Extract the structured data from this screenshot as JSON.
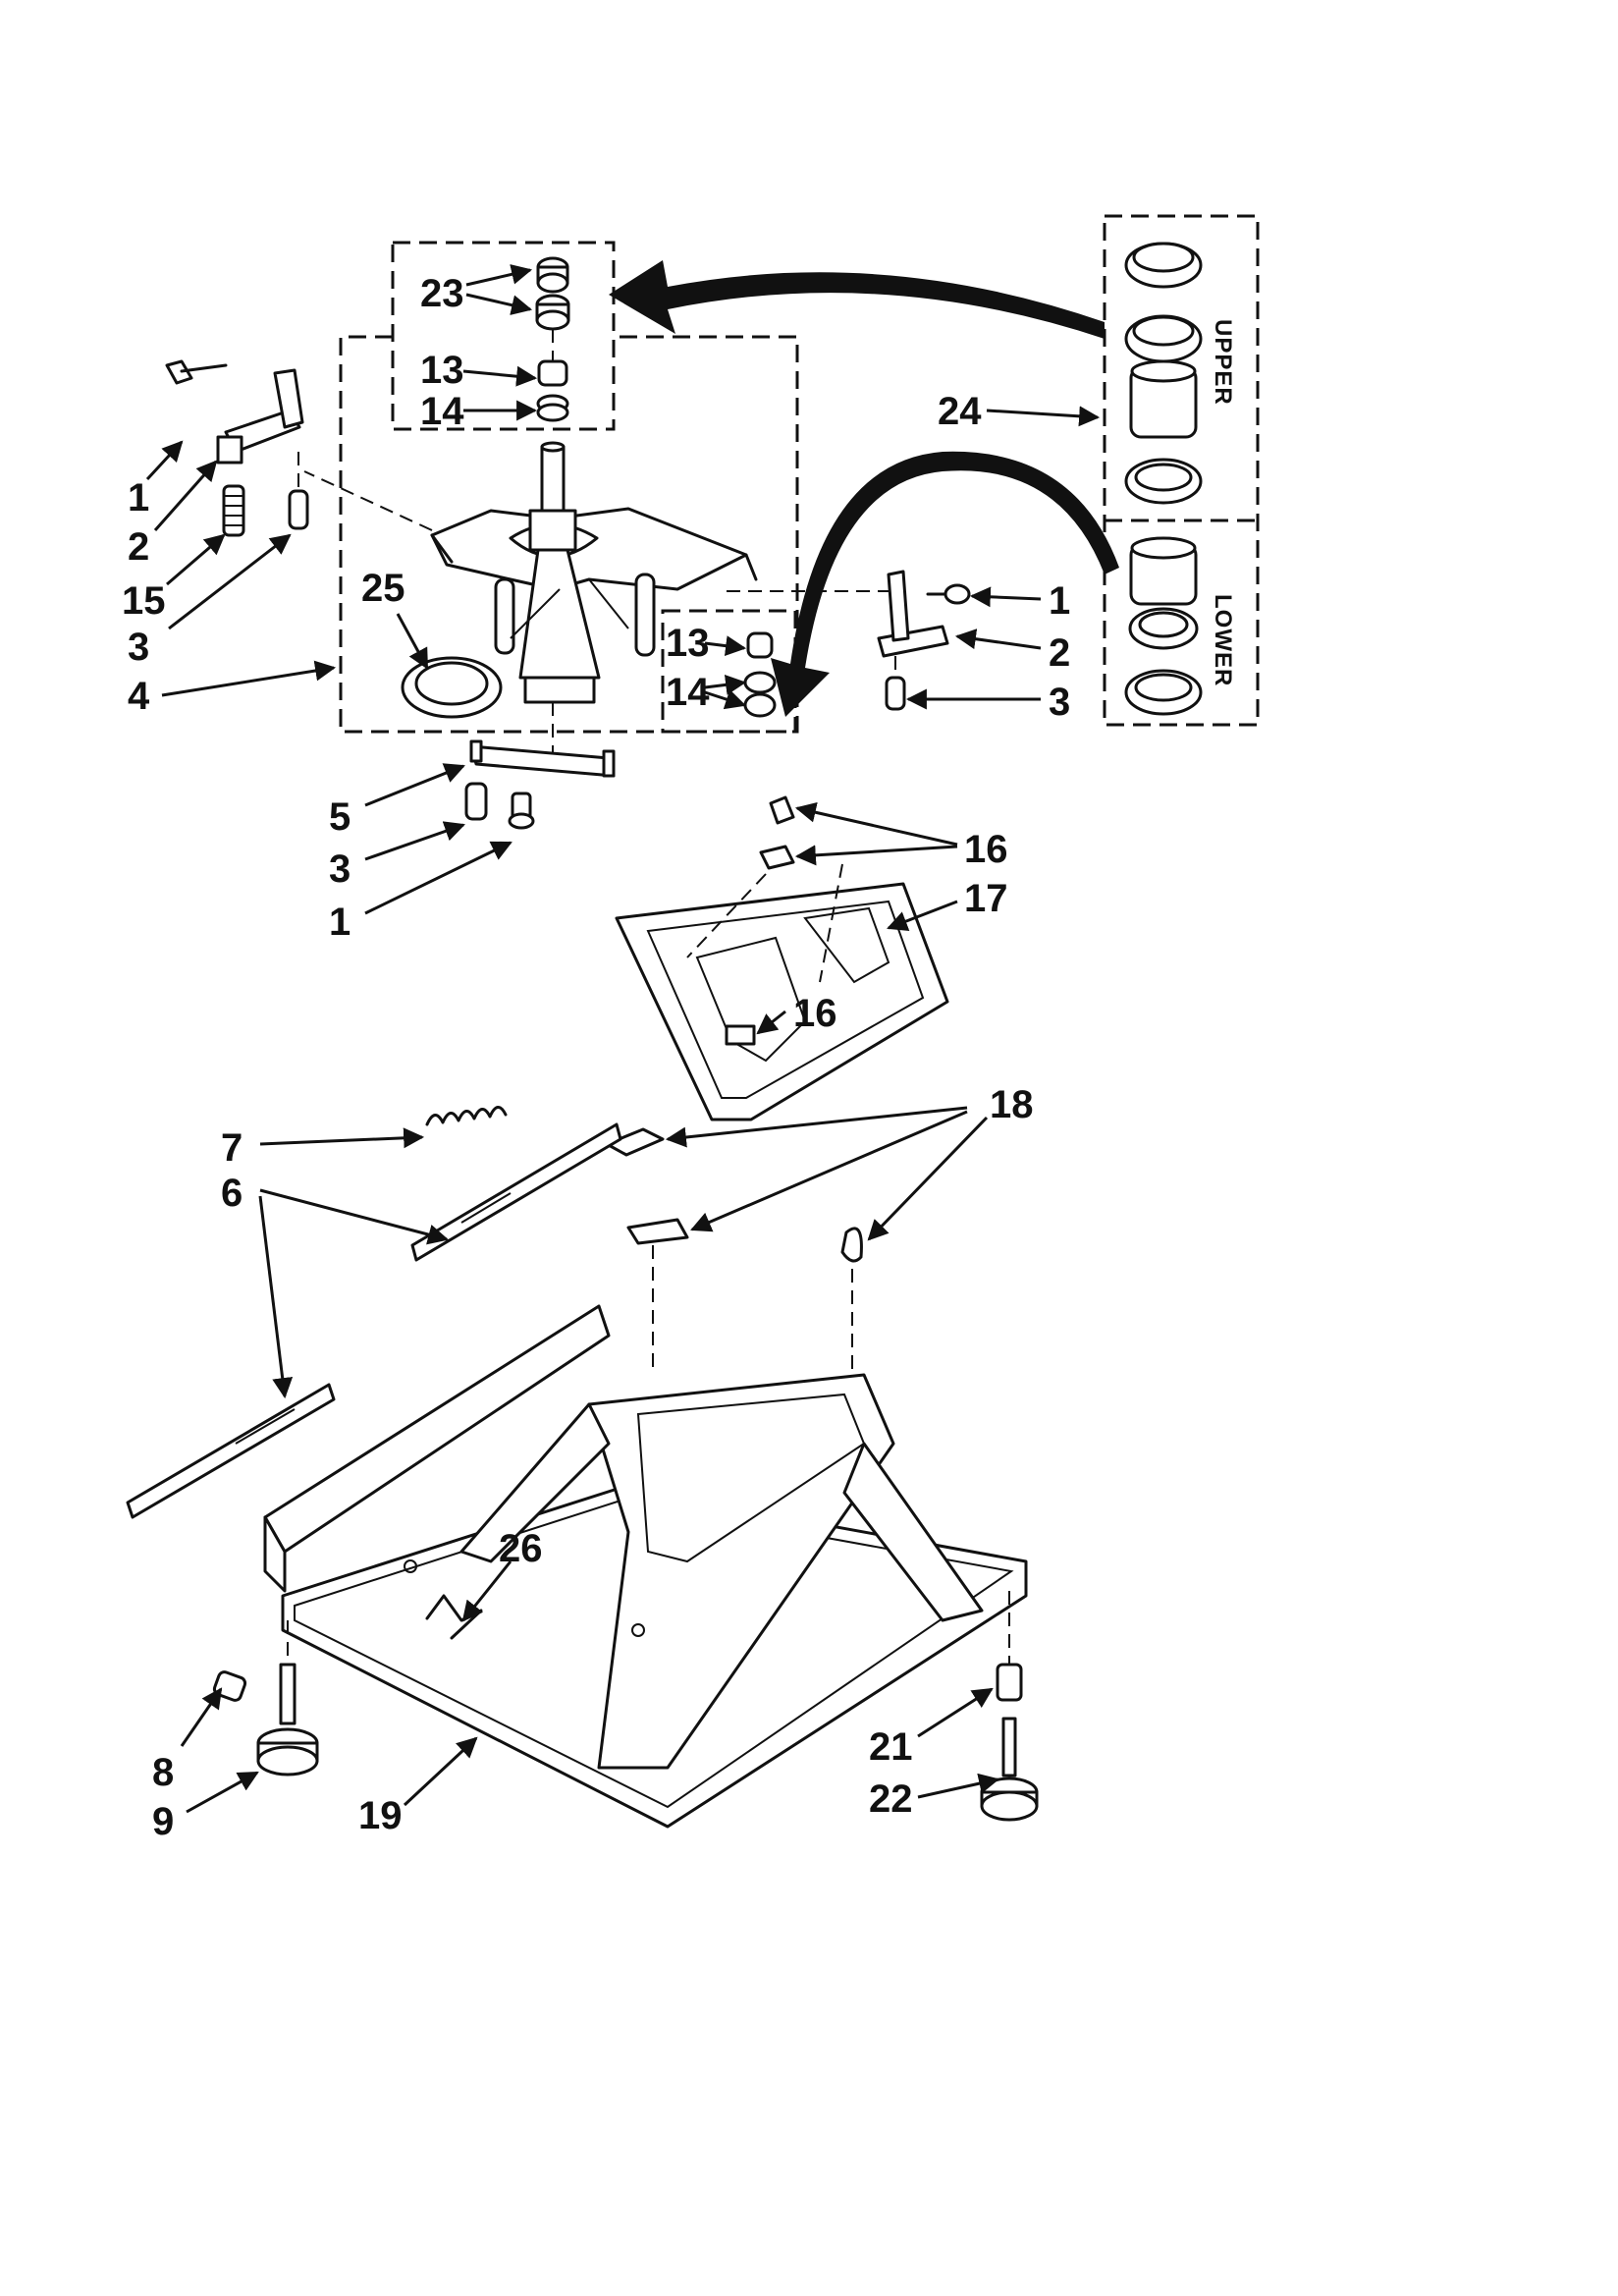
{
  "callouts": {
    "c23": "23",
    "c13a": "13",
    "c14a": "14",
    "c1a": "1",
    "c2a": "2",
    "c15": "15",
    "c3a": "3",
    "c4": "4",
    "c25": "25",
    "c13b": "13",
    "c14b": "14",
    "c1b": "1",
    "c2b": "2",
    "c3b": "3",
    "c5": "5",
    "c3c": "3",
    "c1c": "1",
    "c24": "24",
    "c16a": "16",
    "c17": "17",
    "c16b": "16",
    "c18": "18",
    "c7": "7",
    "c6": "6",
    "c26": "26",
    "c8": "8",
    "c9": "9",
    "c19": "19",
    "c21": "21",
    "c22": "22"
  },
  "kit": {
    "upper_label": "UPPER",
    "lower_label": "LOWER"
  }
}
